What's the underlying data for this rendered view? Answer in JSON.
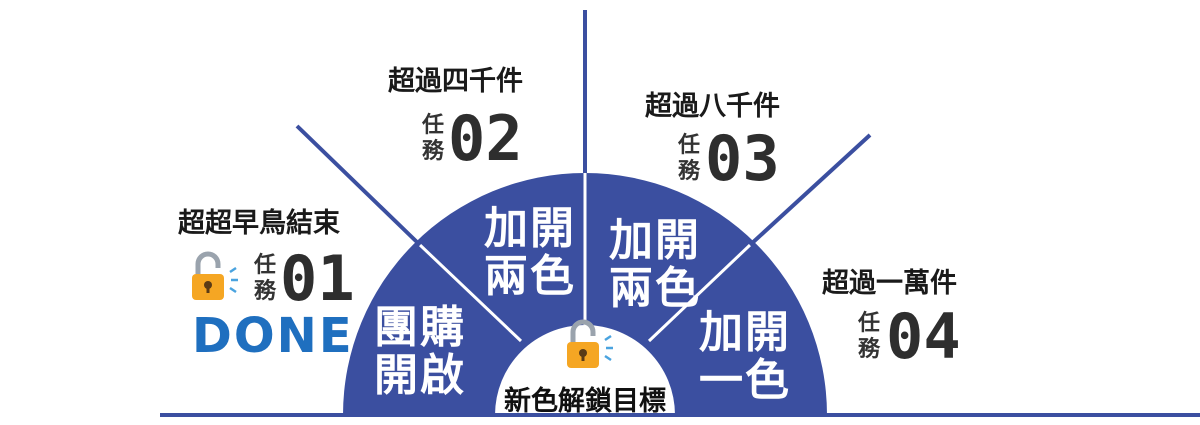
{
  "colors": {
    "arc": "#3b4fa0",
    "rays": "#3b4fa0",
    "done": "#1f6fbf",
    "lock_body": "#f5a623"
  },
  "segments": [
    {
      "line1": "團購",
      "line2": "開啟"
    },
    {
      "line1": "加開",
      "line2": "兩色"
    },
    {
      "line1": "加開",
      "line2": "兩色"
    },
    {
      "line1": "加開",
      "line2": "一色"
    }
  ],
  "center_label": "新色解鎖目標",
  "missions": [
    {
      "title": "超超早鳥結束",
      "task_label_1": "任",
      "task_label_2": "務",
      "number": "01",
      "status": "DONE",
      "icon": "unlocked-padlock-icon"
    },
    {
      "title": "超過四千件",
      "task_label_1": "任",
      "task_label_2": "務",
      "number": "02"
    },
    {
      "title": "超過八千件",
      "task_label_1": "任",
      "task_label_2": "務",
      "number": "03"
    },
    {
      "title": "超過一萬件",
      "task_label_1": "任",
      "task_label_2": "務",
      "number": "04"
    }
  ],
  "center_icon": "unlocked-padlock-icon"
}
